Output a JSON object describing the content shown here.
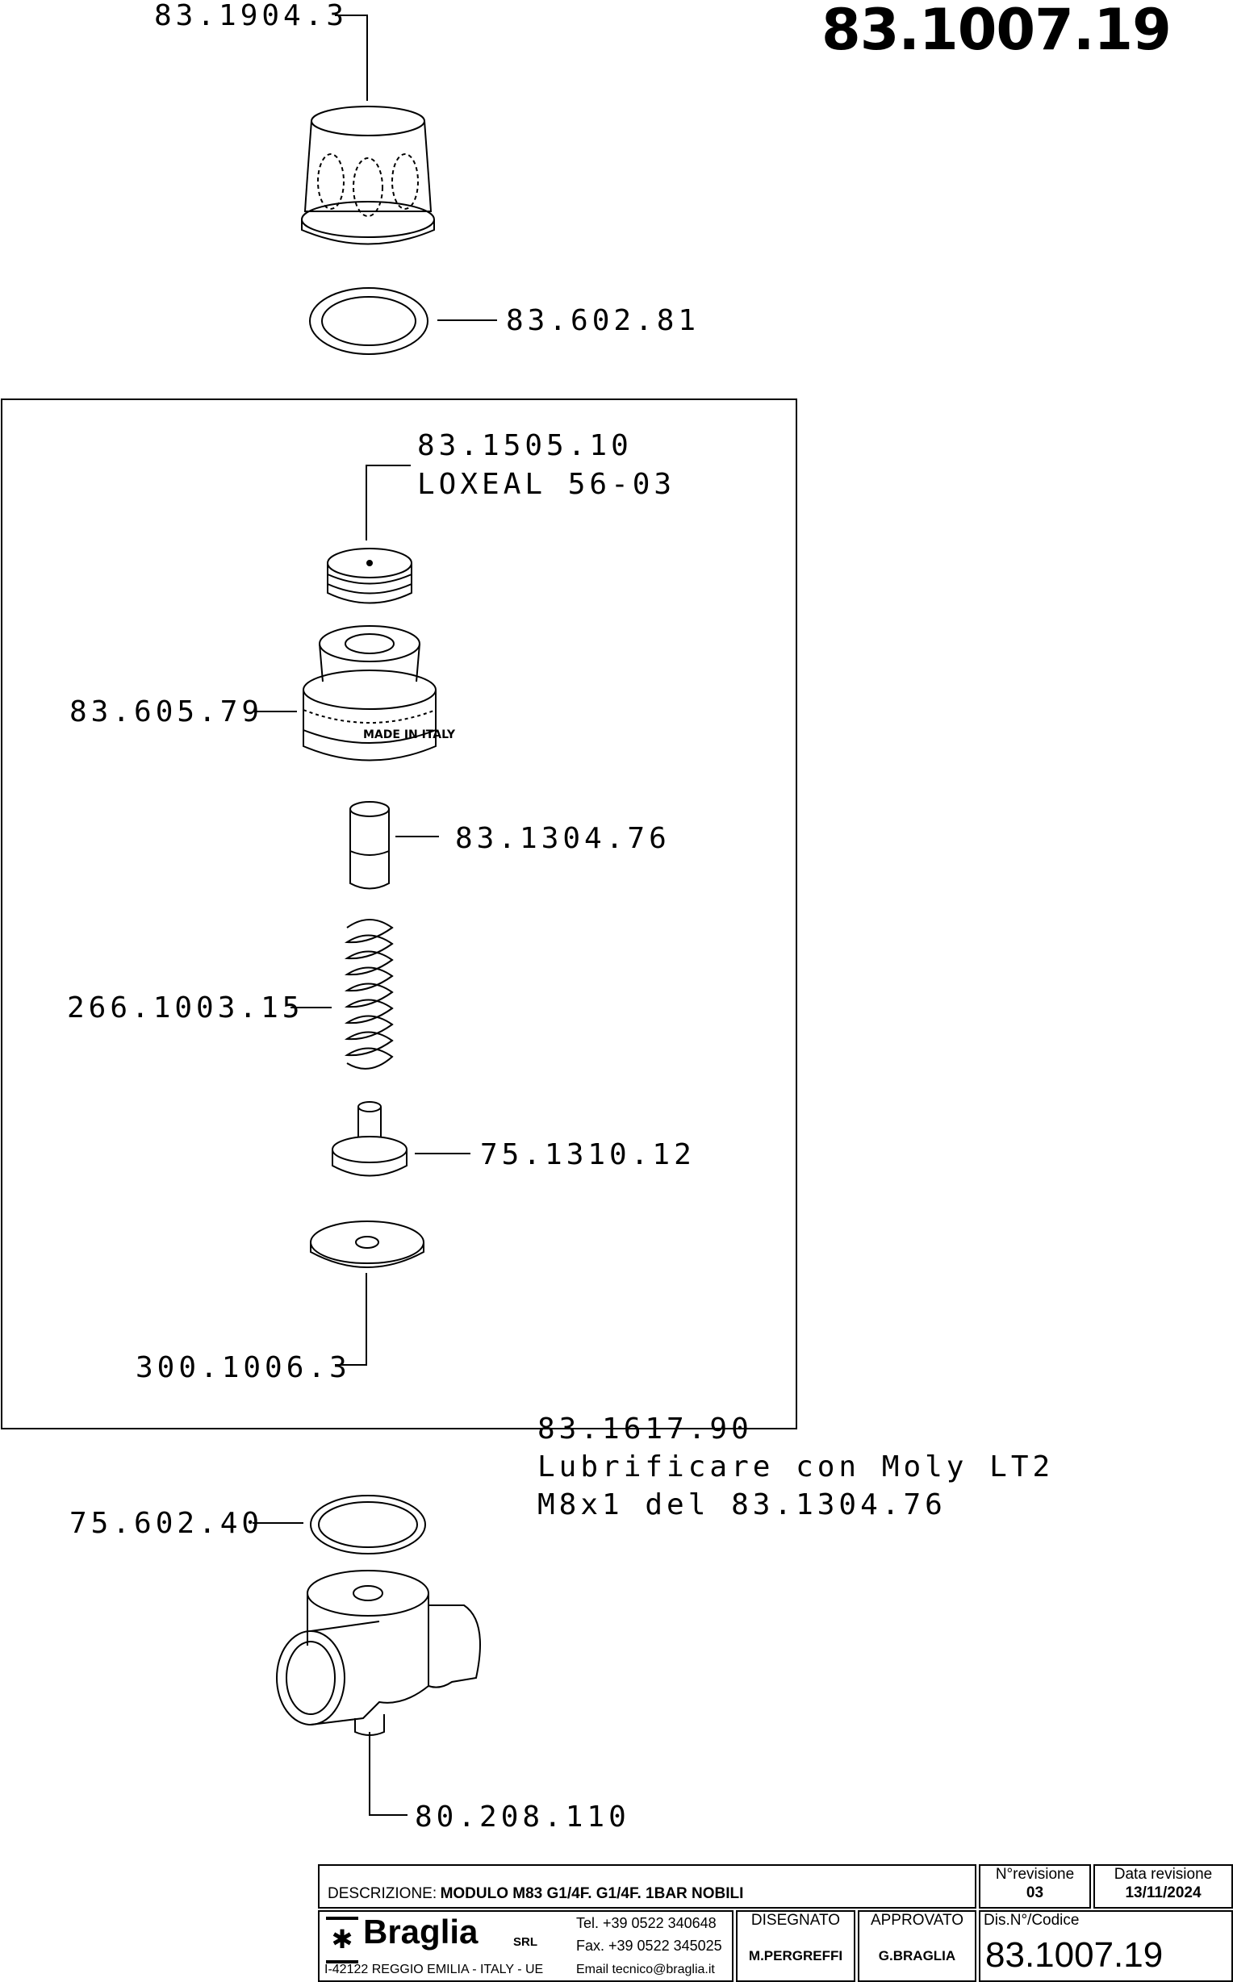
{
  "drawing_code": "83.1007.19",
  "parts": [
    {
      "code": "83.1904.3"
    },
    {
      "code": "83.602.81"
    },
    {
      "code": "83.1505.10",
      "note": "LOXEAL 56-03"
    },
    {
      "code": "83.605.79",
      "marking": "MADE IN ITALY"
    },
    {
      "code": "83.1304.76"
    },
    {
      "code": "266.1003.15"
    },
    {
      "code": "75.1310.12"
    },
    {
      "code": "300.1006.3"
    },
    {
      "code": "83.1617.90",
      "note1": "Lubrificare con Moly LT2",
      "note2": "M8x1 del 83.1304.76"
    },
    {
      "code": "75.602.40"
    },
    {
      "code": "80.208.110"
    }
  ],
  "title_block": {
    "description_label": "DESCRIZIONE:",
    "description": "MODULO M83 G1/4F. G1/4F. 1BAR NOBILI",
    "revision_label": "N°revisione",
    "revision": "03",
    "revision_date_label": "Data revisione",
    "revision_date": "13/11/2024",
    "company": "Braglia",
    "company_suffix": "SRL",
    "tel": "Tel. +39 0522 340648",
    "fax": "Fax. +39 0522 345025",
    "address": "I-42122 REGGIO EMILIA - ITALY - UE",
    "email": "Email tecnico@braglia.it",
    "drawn_label": "DISEGNATO",
    "drawn_by": "M.PERGREFFI",
    "approved_label": "APPROVATO",
    "approved_by": "G.BRAGLIA",
    "code_label": "Dis.N°/Codice",
    "code": "83.1007.19"
  }
}
